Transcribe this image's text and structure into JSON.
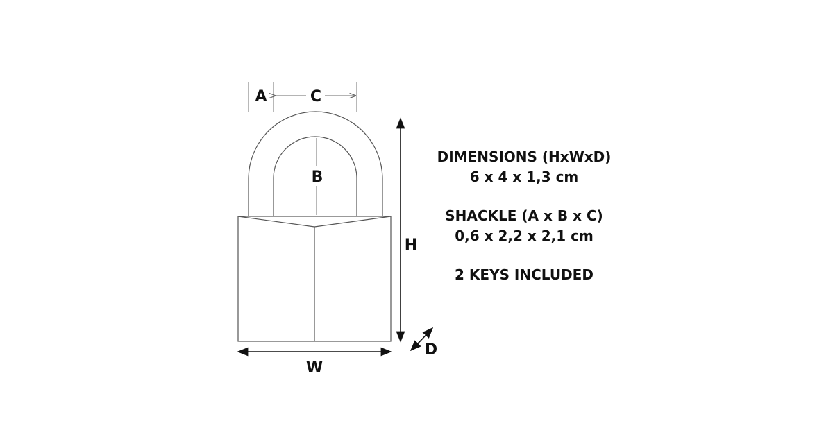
{
  "diagram": {
    "labels": {
      "a": "A",
      "b": "B",
      "c": "C",
      "h": "H",
      "w": "W",
      "d": "D"
    },
    "specs": {
      "dimensions_title": "DIMENSIONS (HxWxD)",
      "dimensions_value": "6 x 4 x 1,3 cm",
      "shackle_title": "SHACKLE (A x B x C)",
      "shackle_value": "0,6 x 2,2 x 2,1 cm",
      "keys": "2 KEYS INCLUDED"
    },
    "line_color": "#555555"
  }
}
